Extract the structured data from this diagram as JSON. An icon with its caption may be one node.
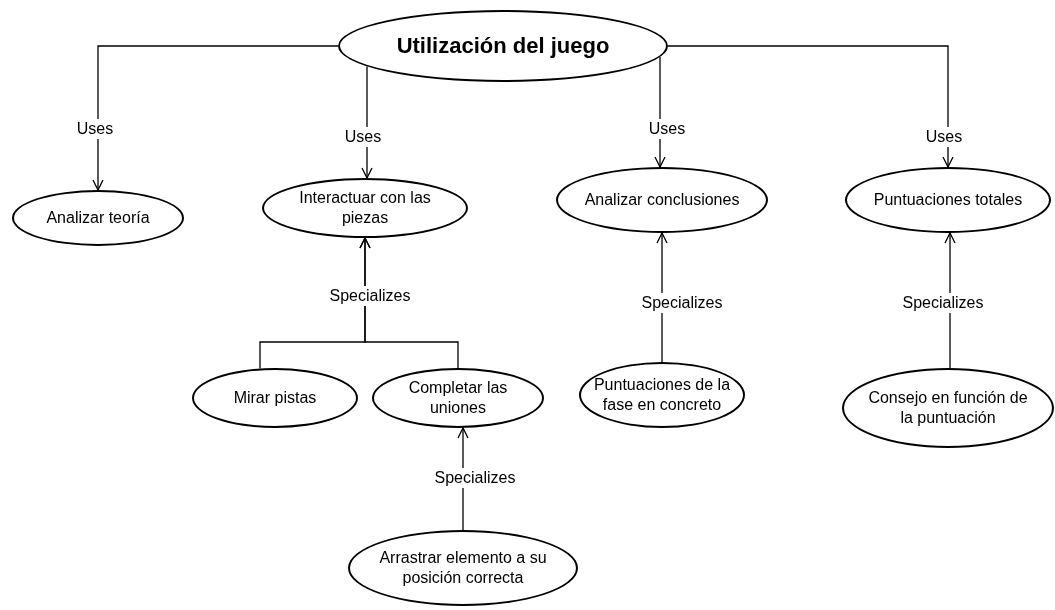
{
  "diagram": {
    "nodes": [
      {
        "text": [
          "Utilización del juego"
        ]
      },
      {
        "text": [
          "Analizar teoría"
        ]
      },
      {
        "text": [
          "Interactuar con las piezas"
        ]
      },
      {
        "text": [
          "Analizar conclusiones"
        ]
      },
      {
        "text": [
          "Puntuaciones totales"
        ]
      },
      {
        "text": [
          "Mirar pistas"
        ]
      },
      {
        "text": [
          "Completar las uniones"
        ]
      },
      {
        "text": [
          "Puntuaciones de la fase en concreto"
        ]
      },
      {
        "text": [
          "Consejo en función de la puntuación"
        ]
      },
      {
        "text": [
          "Arrastrar elemento a su posición correcta"
        ]
      }
    ],
    "edges": [
      {
        "from": 0,
        "to": 1,
        "arrow": "to",
        "label": "Uses"
      },
      {
        "from": 0,
        "to": 2,
        "arrow": "to",
        "label": "Uses"
      },
      {
        "from": 0,
        "to": 3,
        "arrow": "to",
        "label": "Uses"
      },
      {
        "from": 0,
        "to": 4,
        "arrow": "to",
        "label": "Uses"
      },
      {
        "from": 5,
        "to": 2,
        "arrow": "to",
        "label": "Specializes"
      },
      {
        "from": 6,
        "to": 2,
        "arrow": "to"
      },
      {
        "from": 9,
        "to": 6,
        "arrow": "to",
        "label": "Specializes"
      },
      {
        "from": 7,
        "to": 3,
        "arrow": "to",
        "label": "Specializes"
      },
      {
        "from": 8,
        "to": 4,
        "arrow": "to",
        "label": "Specializes"
      }
    ]
  }
}
